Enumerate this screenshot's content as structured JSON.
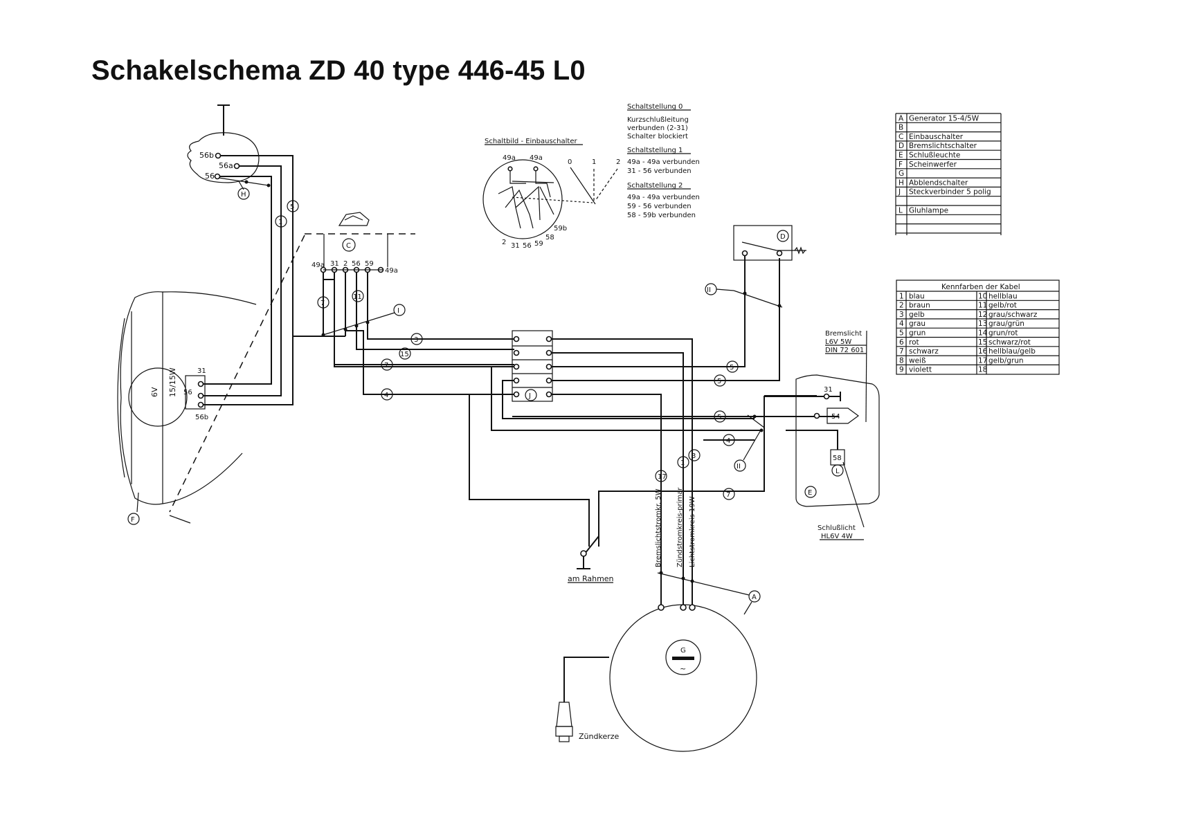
{
  "title": "Schakelschema ZD 40 type 446-45 L0",
  "components": {
    "A": "Generator 15-4/5W",
    "B": "",
    "C": "Einbauschalter",
    "D": "Bremslichtschalter",
    "E": "Schlußleuchte",
    "F": "Scheinwerfer",
    "G": "",
    "H": "Abblendschalter",
    "J": "Steckverbinder 5 polig",
    "L": "Gluhlampe"
  },
  "component_rows": [
    {
      "k": "A",
      "v": "Generator 15-4/5W"
    },
    {
      "k": "B",
      "v": ""
    },
    {
      "k": "C",
      "v": "Einbauschalter"
    },
    {
      "k": "D",
      "v": "Bremslichtschalter"
    },
    {
      "k": "E",
      "v": "Schlußleuchte"
    },
    {
      "k": "F",
      "v": "Scheinwerfer"
    },
    {
      "k": "G",
      "v": ""
    },
    {
      "k": "H",
      "v": "Abblendschalter"
    },
    {
      "k": "J",
      "v": "Steckverbinder 5 polig"
    },
    {
      "k": "",
      "v": ""
    },
    {
      "k": "L",
      "v": "Gluhlampe"
    },
    {
      "k": "",
      "v": ""
    },
    {
      "k": "",
      "v": ""
    }
  ],
  "cable_colors": {
    "header": "Kennfarben der Kabel",
    "rows": [
      {
        "n1": "1",
        "c1": "blau",
        "n2": "10",
        "c2": "hellblau"
      },
      {
        "n1": "2",
        "c1": "braun",
        "n2": "11",
        "c2": "gelb/rot"
      },
      {
        "n1": "3",
        "c1": "gelb",
        "n2": "12",
        "c2": "grau/schwarz"
      },
      {
        "n1": "4",
        "c1": "grau",
        "n2": "13",
        "c2": "grau/grün"
      },
      {
        "n1": "5",
        "c1": "grun",
        "n2": "14",
        "c2": "grun/rot"
      },
      {
        "n1": "6",
        "c1": "rot",
        "n2": "15",
        "c2": "schwarz/rot"
      },
      {
        "n1": "7",
        "c1": "schwarz",
        "n2": "16",
        "c2": "hellblau/gelb"
      },
      {
        "n1": "8",
        "c1": "weiß",
        "n2": "17",
        "c2": "gelb/grun"
      },
      {
        "n1": "9",
        "c1": "violett",
        "n2": "18",
        "c2": ""
      }
    ]
  },
  "switch_positions": {
    "pos0_title": "Schaltstellung 0",
    "pos0_lines": [
      "Kurzschlußleitung",
      "verbunden (2-31)",
      "Schalter blockiert"
    ],
    "pos1_title": "Schaltstellung 1",
    "pos1_lines": [
      "49a - 49a  verbunden",
      "31 - 56     verbunden"
    ],
    "pos2_title": "Schaltstellung 2",
    "pos2_lines": [
      "49a - 49a  verbunden",
      "59  - 56    verbunden",
      "58  - 59b  verbunden"
    ]
  },
  "labels": {
    "schaltbild": "Schaltbild - Einbauschalter",
    "t49a_1": "49a",
    "t49a_2": "49a",
    "pos_0": "0",
    "pos_1": "1",
    "pos_2": "2",
    "t59b": "59b",
    "t58": "58",
    "t59": "59",
    "t56": "56",
    "t31": "31",
    "t2": "2",
    "hl_56b_top": "56b",
    "hl_56a": "56a",
    "hl_56": "56",
    "c_49a_left": "49a",
    "c_31": "31",
    "c_2": "2",
    "c_56": "56",
    "c_59": "59",
    "c_49a_right": "49a",
    "lamp_6v": "6V",
    "lamp_w": "15/15W",
    "lamp_56a": "56\na",
    "lamp_31": "31",
    "lamp_56b": "56b",
    "bremslicht_1": "Bremslicht",
    "bremslicht_2": "L6V 5W",
    "bremslicht_3": "DIN 72 601",
    "schlusslicht_1": "Schlußlicht",
    "schlusslicht_2": "HL6V 4W",
    "e_31": "31",
    "e_54": "54",
    "e_58": "58",
    "am_rahmen": "am Rahmen",
    "zundkerze": "Zündkerze",
    "bremslichtstromkr": "Bremslichtstromkr. 5W",
    "zundstromkreis": "Zündstromkreis-primar",
    "lichtstromkreis": "Lichtstromkreis 19W",
    "gen_g": "G",
    "gen_ac": "~"
  },
  "wire_numbers": {
    "w1a": "1",
    "w5a": "5",
    "w7a": "7",
    "w11": "11",
    "w3a": "3",
    "w15": "15",
    "w7b": "7",
    "w4a": "4",
    "w5b": "5",
    "w5c": "5",
    "w5d": "5",
    "w4b": "4",
    "w7c": "7",
    "w17": "17",
    "w1b": "1",
    "w3b": "3"
  },
  "letters": {
    "A": "A",
    "C": "C",
    "D": "D",
    "E": "E",
    "F": "F",
    "H": "H",
    "I": "I",
    "J": "J",
    "L": "L",
    "II_1": "II",
    "II_2": "II"
  }
}
